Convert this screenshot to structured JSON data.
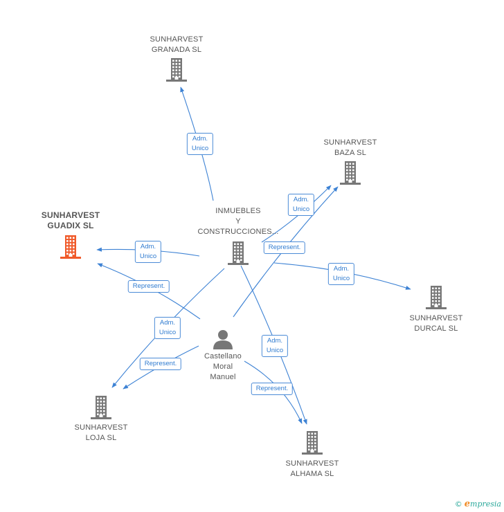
{
  "colors": {
    "edge": "#3d82d4",
    "label_text": "#2f7bd0",
    "company_icon": "#777777",
    "highlight_icon": "#f05a2a",
    "person_icon": "#777777",
    "brand": "#2aa89a"
  },
  "nodes": [
    {
      "id": "granada",
      "type": "company",
      "lines": [
        "SUNHARVEST",
        "GRANADA SL"
      ],
      "label_pos": "above"
    },
    {
      "id": "baza",
      "type": "company",
      "lines": [
        "SUNHARVEST",
        "BAZA SL"
      ],
      "label_pos": "above"
    },
    {
      "id": "guadix",
      "type": "company",
      "lines": [
        "SUNHARVEST",
        "GUADIX SL"
      ],
      "label_pos": "above",
      "highlight": true
    },
    {
      "id": "inmuebles",
      "type": "company",
      "lines": [
        "INMUEBLES",
        "Y",
        "CONSTRUCCIONES..."
      ],
      "label_pos": "above"
    },
    {
      "id": "durcal",
      "type": "company",
      "lines": [
        "SUNHARVEST",
        "DURCAL SL"
      ],
      "label_pos": "below"
    },
    {
      "id": "castellano",
      "type": "person",
      "lines": [
        "Castellano",
        "Moral",
        "Manuel"
      ],
      "label_pos": "below"
    },
    {
      "id": "loja",
      "type": "company",
      "lines": [
        "SUNHARVEST",
        "LOJA SL"
      ],
      "label_pos": "below"
    },
    {
      "id": "alhama",
      "type": "company",
      "lines": [
        "SUNHARVEST",
        "ALHAMA SL"
      ],
      "label_pos": "below"
    }
  ],
  "edges": [
    {
      "from": "inmuebles",
      "to": "granada",
      "lines": [
        "Adm.",
        "Unico"
      ]
    },
    {
      "from": "inmuebles",
      "to": "baza",
      "lines": [
        "Adm.",
        "Unico"
      ]
    },
    {
      "from": "inmuebles",
      "to": "guadix",
      "lines": [
        "Adm.",
        "Unico"
      ]
    },
    {
      "from": "inmuebles",
      "to": "durcal",
      "lines": [
        "Adm.",
        "Unico"
      ]
    },
    {
      "from": "inmuebles",
      "to": "loja",
      "lines": [
        "Adm.",
        "Unico"
      ]
    },
    {
      "from": "inmuebles",
      "to": "alhama",
      "lines": [
        "Adm.",
        "Unico"
      ]
    },
    {
      "from": "castellano",
      "to": "baza",
      "lines": [
        "Represent."
      ]
    },
    {
      "from": "castellano",
      "to": "guadix",
      "lines": [
        "Represent."
      ]
    },
    {
      "from": "castellano",
      "to": "loja",
      "lines": [
        "Represent."
      ]
    },
    {
      "from": "castellano",
      "to": "alhama",
      "lines": [
        "Represent."
      ]
    }
  ],
  "brand": {
    "copyright": "©",
    "initial": "e",
    "rest": "mpresia"
  }
}
